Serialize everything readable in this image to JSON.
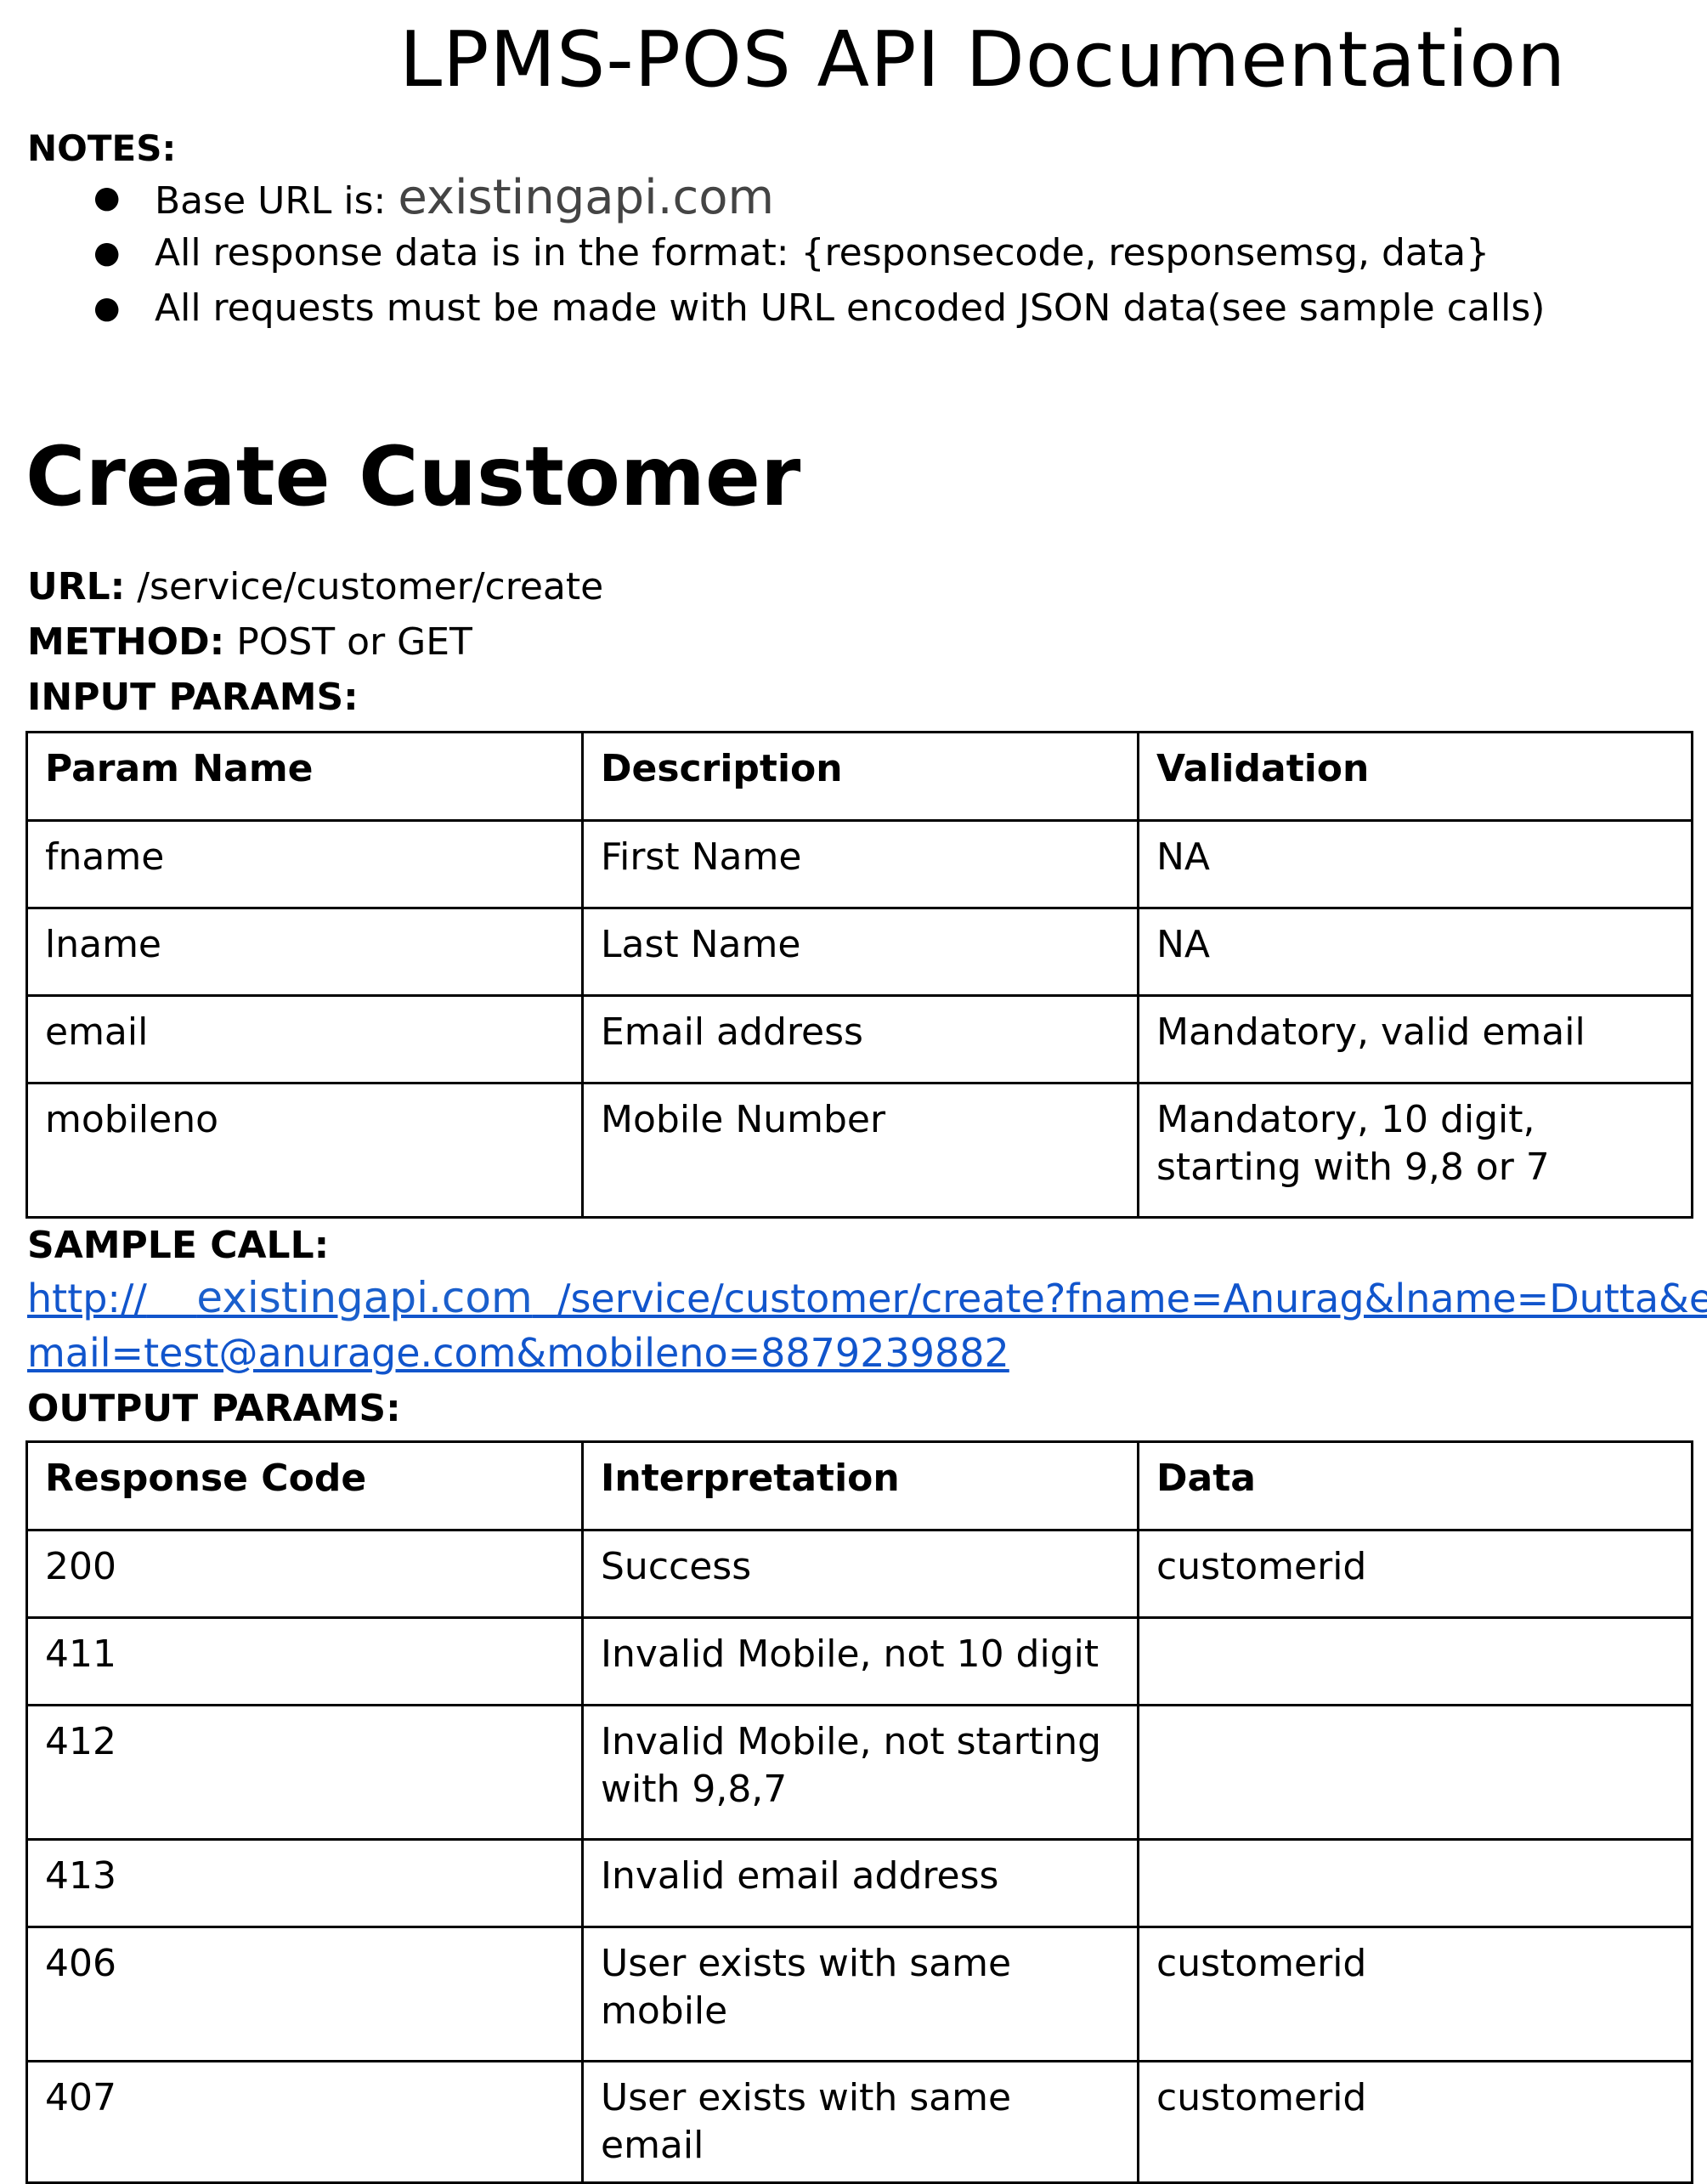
{
  "document": {
    "title": "LPMS-POS API Documentation",
    "notes_heading": "NOTES:",
    "notes": [
      {
        "prefix": "Base URL is: ",
        "value": "existingapi.com"
      },
      {
        "prefix": "All response data is in the format: {responsecode, responsemsg, data}",
        "value": ""
      },
      {
        "prefix": "All requests must be made with URL encoded JSON data(see sample calls)",
        "value": ""
      }
    ],
    "bullet_glyph": "●"
  },
  "section": {
    "heading": "Create Customer",
    "url_label": "URL:",
    "url_value": " /service/customer/create",
    "method_label": "METHOD:",
    "method_value": " POST or GET",
    "input_params_label": "INPUT PARAMS:",
    "input_table": {
      "headers": [
        "Param Name",
        "Description",
        "Validation"
      ],
      "rows": [
        [
          "fname",
          "First Name",
          "NA"
        ],
        [
          "lname",
          "Last Name",
          "NA"
        ],
        [
          "email",
          "Email address",
          "Mandatory, valid email"
        ],
        [
          "mobileno",
          "Mobile Number",
          "Mandatory, 10 digit, starting with 9,8 or 7"
        ]
      ]
    },
    "sample_call_label": "SAMPLE CALL:",
    "sample_call": {
      "scheme": "http://",
      "host": "existingapi.com",
      "path_line1": "/service/customer/create?fname=Anurag&lname=Dutta&e",
      "path_line2": "mail=test@anurage.com&mobileno=8879239882"
    },
    "output_params_label": "OUTPUT PARAMS:",
    "output_table": {
      "headers": [
        "Response Code",
        "Interpretation",
        "Data"
      ],
      "rows": [
        [
          "200",
          "Success",
          "customerid"
        ],
        [
          "411",
          "Invalid Mobile, not 10 digit",
          ""
        ],
        [
          "412",
          "Invalid Mobile, not starting with 9,8,7",
          ""
        ],
        [
          "413",
          "Invalid email address",
          ""
        ],
        [
          "406",
          "User exists with same mobile",
          "customerid"
        ],
        [
          "407",
          "User exists with same email",
          "customerid"
        ]
      ]
    }
  },
  "colors": {
    "link": "#1155cc",
    "text": "#000000",
    "base_url": "#444444"
  }
}
